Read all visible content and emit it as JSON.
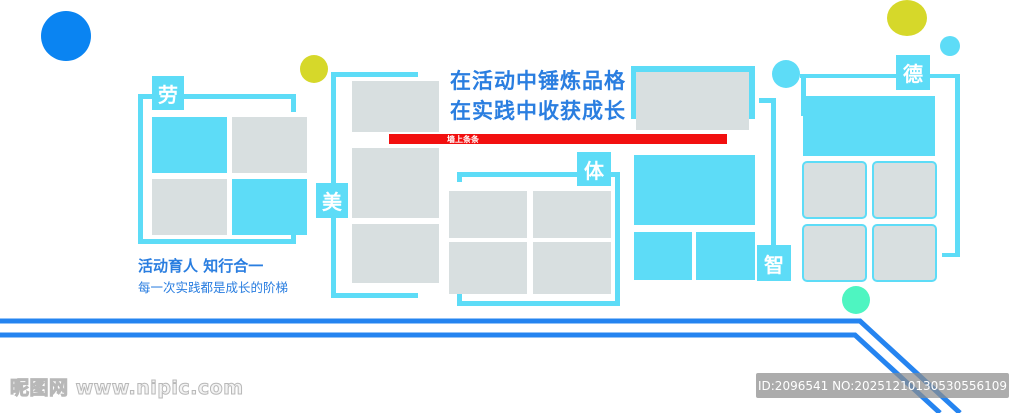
{
  "panels": {
    "lao": {
      "tag": "劳"
    },
    "mei": {
      "tag": "美"
    },
    "ti": {
      "tag": "体"
    },
    "zhi": {
      "tag": "智"
    },
    "de": {
      "tag": "德"
    }
  },
  "headline": {
    "line1": "在活动中锤炼品格",
    "line2": "在实践中收获成长"
  },
  "red_banner": {
    "label": "墙上条条"
  },
  "slogan": {
    "title": "活动育人 知行合一",
    "subtitle": "每一次实践都是成长的阶梯"
  },
  "watermark": {
    "text": "昵图网 www.nipic.com"
  },
  "id_badge": {
    "text": "ID:2096541 NO:20251210130530556109"
  },
  "colors": {
    "cyan": "#5ddcf7",
    "gray": "#d8dfe0",
    "blue": "#2a7ee0",
    "line_blue": "#2584f0",
    "dot_blue": "#0a84f2",
    "dot_yellow": "#d6d82a",
    "dot_mint": "#4ef5c1",
    "red": "#f20f0f"
  }
}
